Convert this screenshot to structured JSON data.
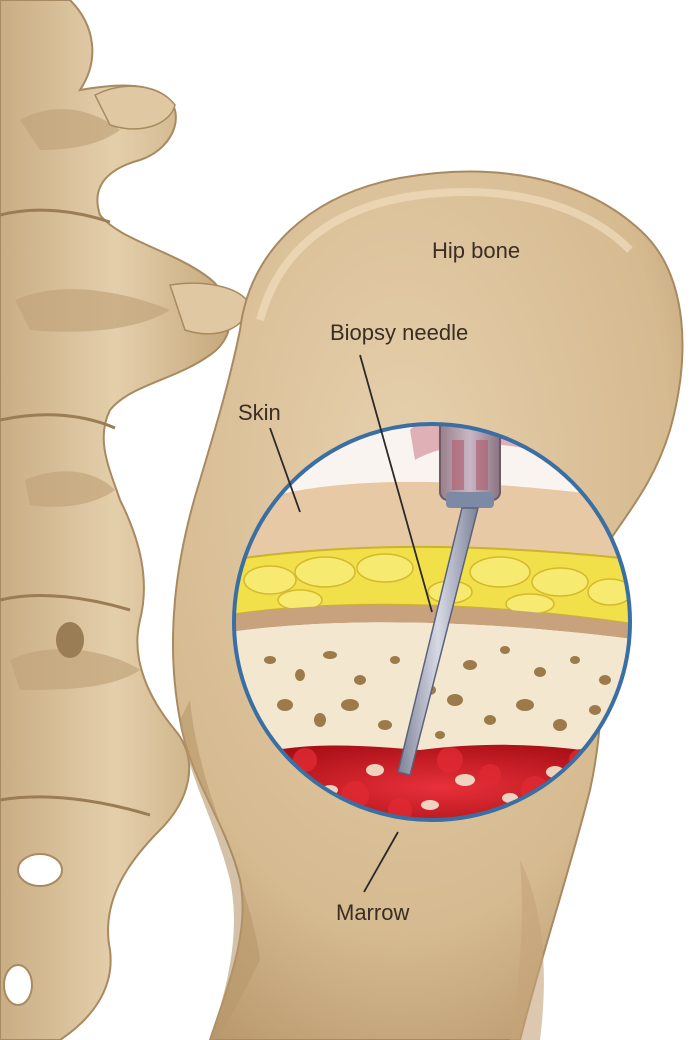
{
  "labels": {
    "hip_bone": "Hip bone",
    "biopsy_needle": "Biopsy needle",
    "skin": "Skin",
    "marrow": "Marrow"
  },
  "colors": {
    "bone": "#d9bf98",
    "bone_shadow": "#b89a70",
    "bone_dark": "#8c7050",
    "skin_layer": "#e8c9a6",
    "fat": "#f2e04a",
    "fat_outline": "#cdb32c",
    "spongy_bone": "#f3e7cf",
    "pore": "#9c7a4a",
    "marrow_red": "#c0141c",
    "circle_border": "#3a6fa3",
    "needle": "#9aa0b5",
    "label_text": "#3a2e24",
    "leader_line": "#2a2a2a"
  }
}
